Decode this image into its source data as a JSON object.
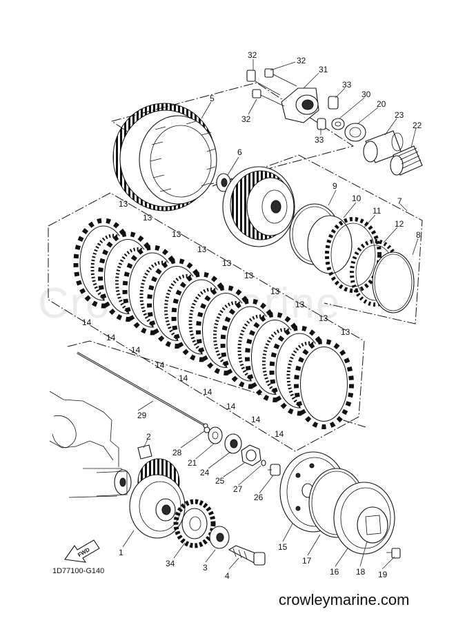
{
  "watermark": "CrowleyMarine",
  "diagram_code": "1D77100-G140",
  "site": "crowleymarine.com",
  "fwd_label": "FWD",
  "callouts": {
    "c1": "1",
    "c2": "2",
    "c3": "3",
    "c4": "4",
    "c5": "5",
    "c6": "6",
    "c7": "7",
    "c8": "8",
    "c9": "9",
    "c10": "10",
    "c11": "11",
    "c12": "12",
    "c13": "13",
    "c14": "14",
    "c15": "15",
    "c16": "16",
    "c17": "17",
    "c18": "18",
    "c19": "19",
    "c20": "20",
    "c21": "21",
    "c22": "22",
    "c23": "23",
    "c24": "24",
    "c25": "25",
    "c26": "26",
    "c27": "27",
    "c28": "28",
    "c29": "29",
    "c30": "30",
    "c31": "31",
    "c32": "32",
    "c33": "33",
    "c34": "34"
  }
}
